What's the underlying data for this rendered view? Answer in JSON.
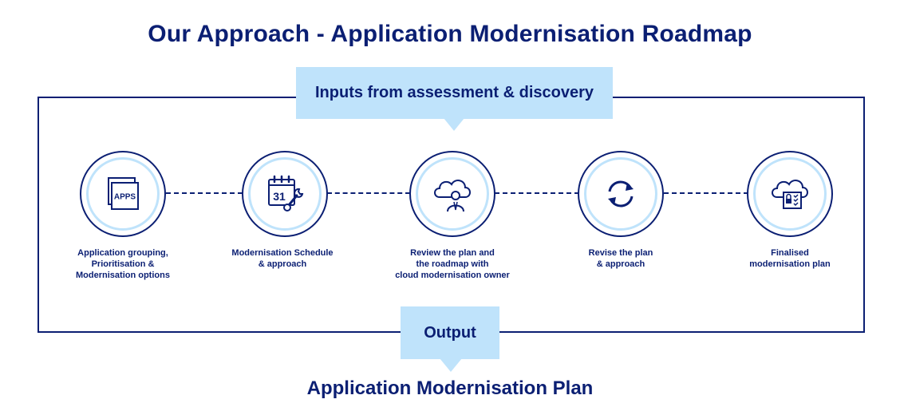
{
  "title": "Our Approach - Application Modernisation Roadmap",
  "inputs_label": "Inputs from assessment & discovery",
  "output_label": "Output",
  "plan_title": "Application Modernisation Plan",
  "colors": {
    "navy": "#0b1f73",
    "light_blue": "#bfe3fb",
    "background": "#ffffff"
  },
  "steps": [
    {
      "icon": "apps-icon",
      "icon_text": "APPS",
      "label": "Application grouping,\nPrioritisation &\nModernisation options"
    },
    {
      "icon": "calendar-wrench-icon",
      "icon_text": "31",
      "label": "Modernisation Schedule\n& approach"
    },
    {
      "icon": "cloud-user-icon",
      "label": "Review the plan and\nthe roadmap with\ncloud modernisation owner"
    },
    {
      "icon": "refresh-icon",
      "label": "Revise the plan\n& approach"
    },
    {
      "icon": "cloud-checklist-icon",
      "label": "Finalised\nmodernisation plan"
    }
  ]
}
